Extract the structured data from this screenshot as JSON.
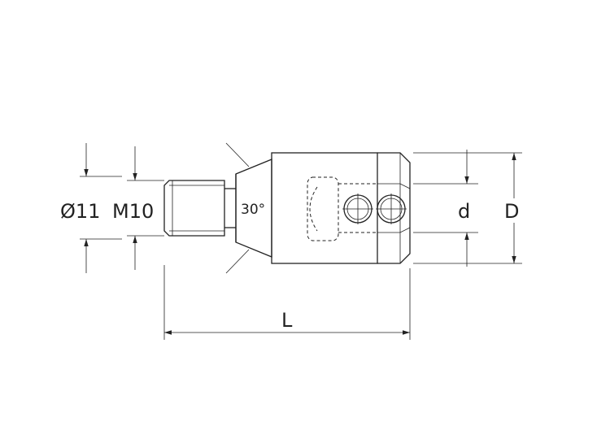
{
  "labels": {
    "diameter": "Ø11",
    "thread": "M10",
    "angle": "30°",
    "bore": "d",
    "outer_diameter": "D",
    "length": "L"
  }
}
